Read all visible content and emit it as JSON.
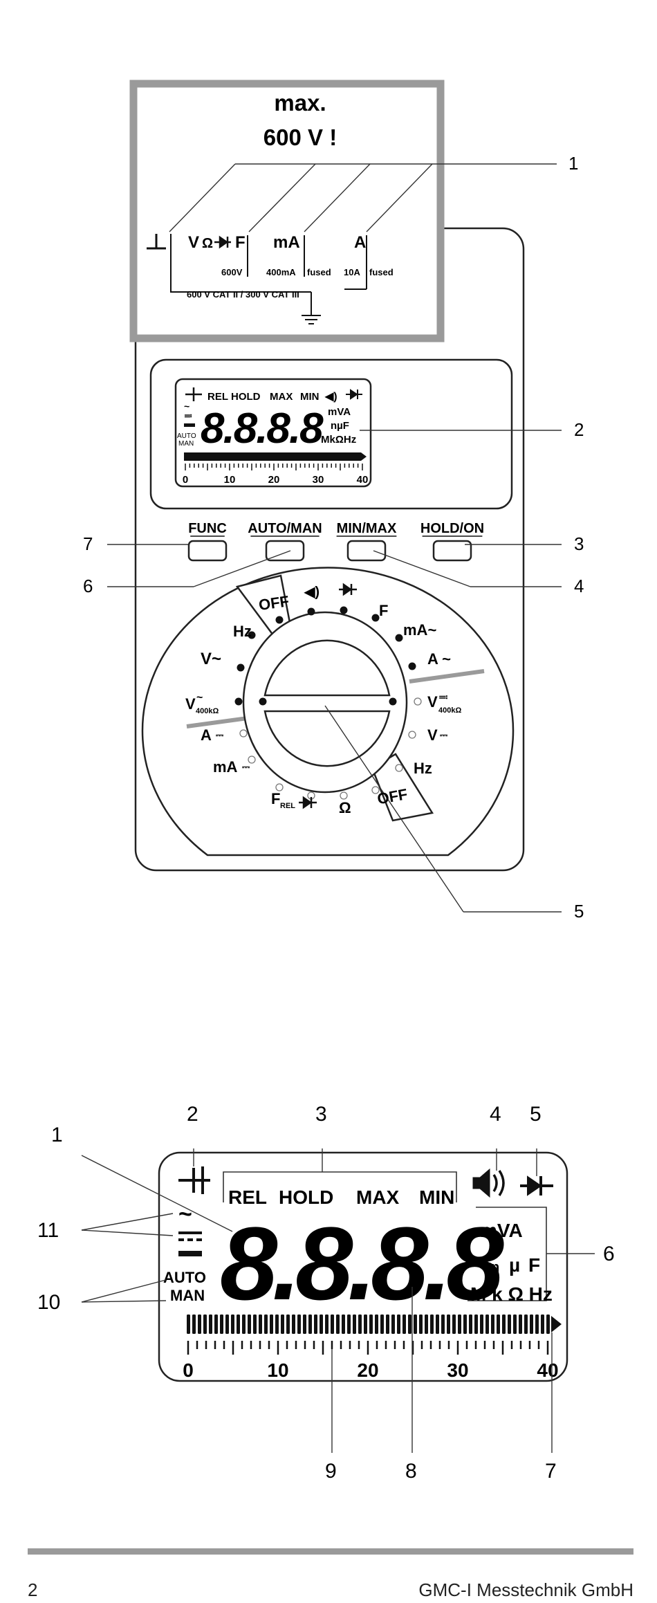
{
  "warning": {
    "line1": "max.",
    "line2": "600 V !"
  },
  "sockets": {
    "labels": [
      "V",
      "Ω",
      "F",
      "mA",
      "A"
    ],
    "ratings": [
      "600V",
      "400mA",
      "fused",
      "10A",
      "fused"
    ],
    "category": "600 V CAT II / 300 V CAT III"
  },
  "lcd": {
    "labels": [
      "REL",
      "HOLD",
      "MAX",
      "MIN"
    ],
    "digits": "8.8.8.8",
    "units_top": "mVA",
    "units_mid": "nµF",
    "units_bottom": "MkΩHz",
    "auto": "AUTO",
    "man": "MAN",
    "scale": [
      "0",
      "10",
      "20",
      "30",
      "40"
    ]
  },
  "buttons": [
    "FUNC",
    "AUTO/MAN",
    "MIN/MAX",
    "HOLD/ON"
  ],
  "switch": {
    "off": "OFF",
    "hz": "Hz",
    "v_ac": "V~",
    "v_400k": "V",
    "a_dc": "A",
    "ma_dc": "mA",
    "f_rel": "F",
    "rel_sub": "REL",
    "ohm": "Ω",
    "f": "F",
    "ma_ac": "mA~",
    "a_ac": "A ~",
    "v_dc": "V",
    "sub_400k": "400kΩ"
  },
  "callouts_top": [
    "1",
    "2",
    "3",
    "4",
    "5",
    "6",
    "7"
  ],
  "detail": {
    "labels": [
      "REL",
      "HOLD",
      "MAX",
      "MIN"
    ],
    "digits": "8.8.8.8",
    "units_top": "mVA",
    "units_n": "n",
    "units_mu": "µ",
    "units_f": "F",
    "units_bottom": "M k Ω Hz",
    "auto": "AUTO",
    "man": "MAN",
    "scale": [
      "0",
      "10",
      "20",
      "30",
      "40"
    ],
    "callouts": [
      "1",
      "2",
      "3",
      "4",
      "5",
      "6",
      "7",
      "8",
      "9",
      "10",
      "11"
    ]
  },
  "footer": {
    "page": "2",
    "company": "GMC-I Messtechnik GmbH"
  }
}
